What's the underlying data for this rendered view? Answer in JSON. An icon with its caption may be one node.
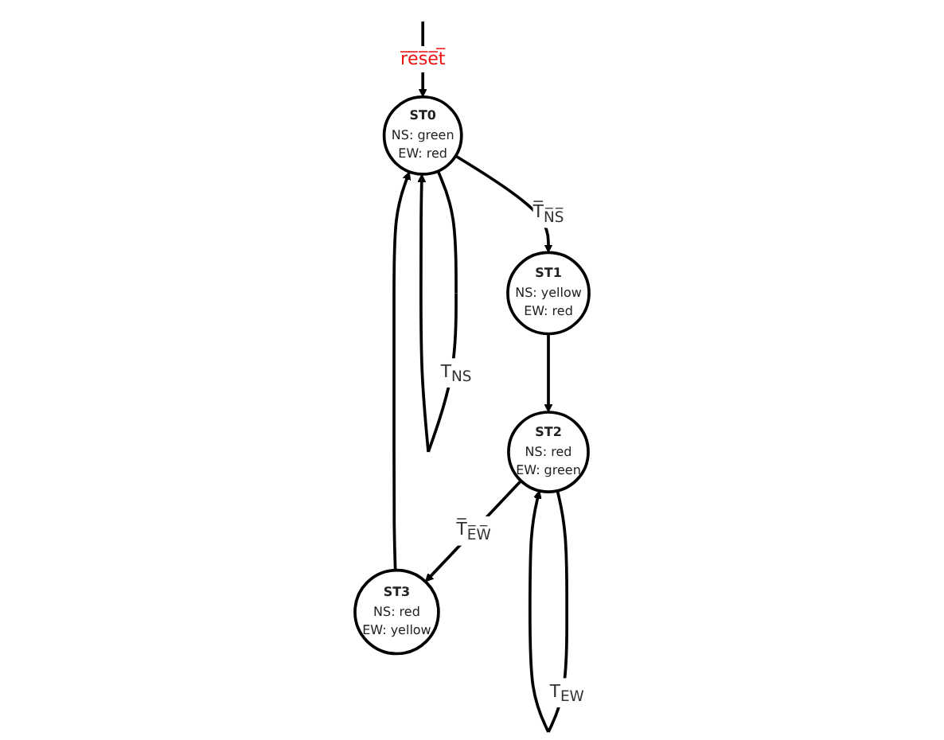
{
  "diagram": {
    "nodes": [
      {
        "text": [
          "ST0",
          "NS: green",
          "EW: red"
        ]
      },
      {
        "text": [
          "ST1",
          "NS: yellow",
          "EW: red"
        ]
      },
      {
        "text": [
          "ST2",
          "NS: red",
          "EW: green"
        ]
      },
      {
        "text": [
          "ST3",
          "NS: red",
          "EW: yellow"
        ]
      }
    ],
    "edges": [
      {
        "from": null,
        "to": 0,
        "arrow": "to",
        "label": "r̅e̅s̅e̅t̅"
      },
      {
        "from": 0,
        "to": 0,
        "arrow": "to",
        "label": "T$_{NS}$"
      },
      {
        "from": 0,
        "to": 1,
        "arrow": "to",
        "label": "T̅$_{N̅S̅}$"
      },
      {
        "from": 1,
        "to": 2,
        "arrow": "to"
      },
      {
        "from": 2,
        "to": 2,
        "arrow": "to",
        "label": "T$_{EW}$"
      },
      {
        "from": 2,
        "to": 3,
        "arrow": "to",
        "label": "T̅$_{E̅W̅}$"
      },
      {
        "from": 3,
        "to": 0,
        "arrow": "to"
      }
    ]
  }
}
